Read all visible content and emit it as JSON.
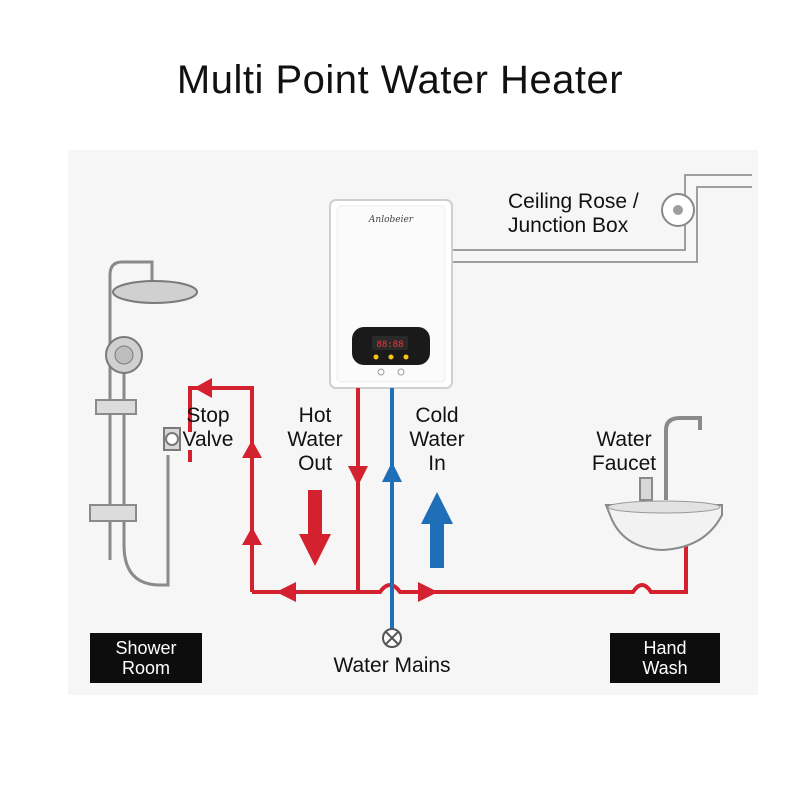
{
  "title": "Multi Point Water Heater",
  "labels": {
    "ceiling_rose_line1": "Ceiling Rose /",
    "ceiling_rose_line2": "Junction Box",
    "stop_valve_line1": "Stop",
    "stop_valve_line2": "Valve",
    "hot_water_line1": "Hot",
    "hot_water_line2": "Water",
    "hot_water_line3": "Out",
    "cold_water_line1": "Cold",
    "cold_water_line2": "Water",
    "cold_water_line3": "In",
    "water_faucet_line1": "Water",
    "water_faucet_line2": "Faucet",
    "water_mains": "Water Mains",
    "shower_room_line1": "Shower",
    "shower_room_line2": "Room",
    "hand_wash_line1": "Hand",
    "hand_wash_line2": "Wash"
  },
  "heater": {
    "brand": "Anlobeier",
    "display_reading": "88:88"
  },
  "colors": {
    "hot_pipe": "#d3212f",
    "cold_pipe": "#1f6fb8",
    "cable": "#9e9e9e",
    "label_box": "#0d0d0d"
  },
  "icons": [
    "shower-icon",
    "water-heater-icon",
    "sink-icon",
    "faucet-icon",
    "valve-icon",
    "junction-box-icon"
  ]
}
